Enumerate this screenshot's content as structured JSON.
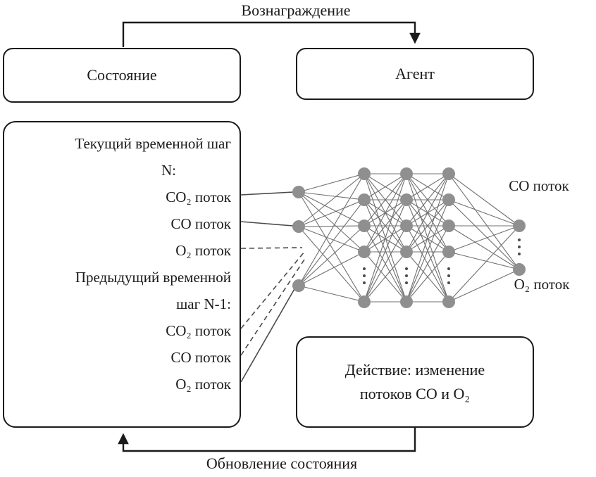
{
  "labels": {
    "reward": "Вознаграждение",
    "state_update": "Обновление состояния"
  },
  "boxes": {
    "state": {
      "title": "Состояние"
    },
    "agent": {
      "title": "Агент"
    },
    "action": {
      "line1": "Действие: изменение",
      "line2": "потоков CO и O₂"
    }
  },
  "state_inputs": {
    "current_header_line1": "Текущий временной шаг",
    "current_header_line2": "N:",
    "current_co2": "CO₂ поток",
    "current_co": "CO поток",
    "current_o2": "O₂ поток",
    "previous_header_line1": "Предыдущий временной",
    "previous_header_line2": "шаг N-1:",
    "previous_co2": "CO₂ поток",
    "previous_co": "CO поток",
    "previous_o2": "O₂ поток"
  },
  "network_outputs": {
    "co": "CO поток",
    "o2": "O₂ поток"
  },
  "network": {
    "input_nodes_visible": 3,
    "hidden_layers": 3,
    "hidden_nodes_visible_per_layer": 5,
    "output_nodes_visible": 2
  },
  "colors": {
    "stroke": "#1a1a1a",
    "node_fill": "#8f8f8f",
    "edge": "#707070",
    "connector": "#4a4a4a"
  }
}
